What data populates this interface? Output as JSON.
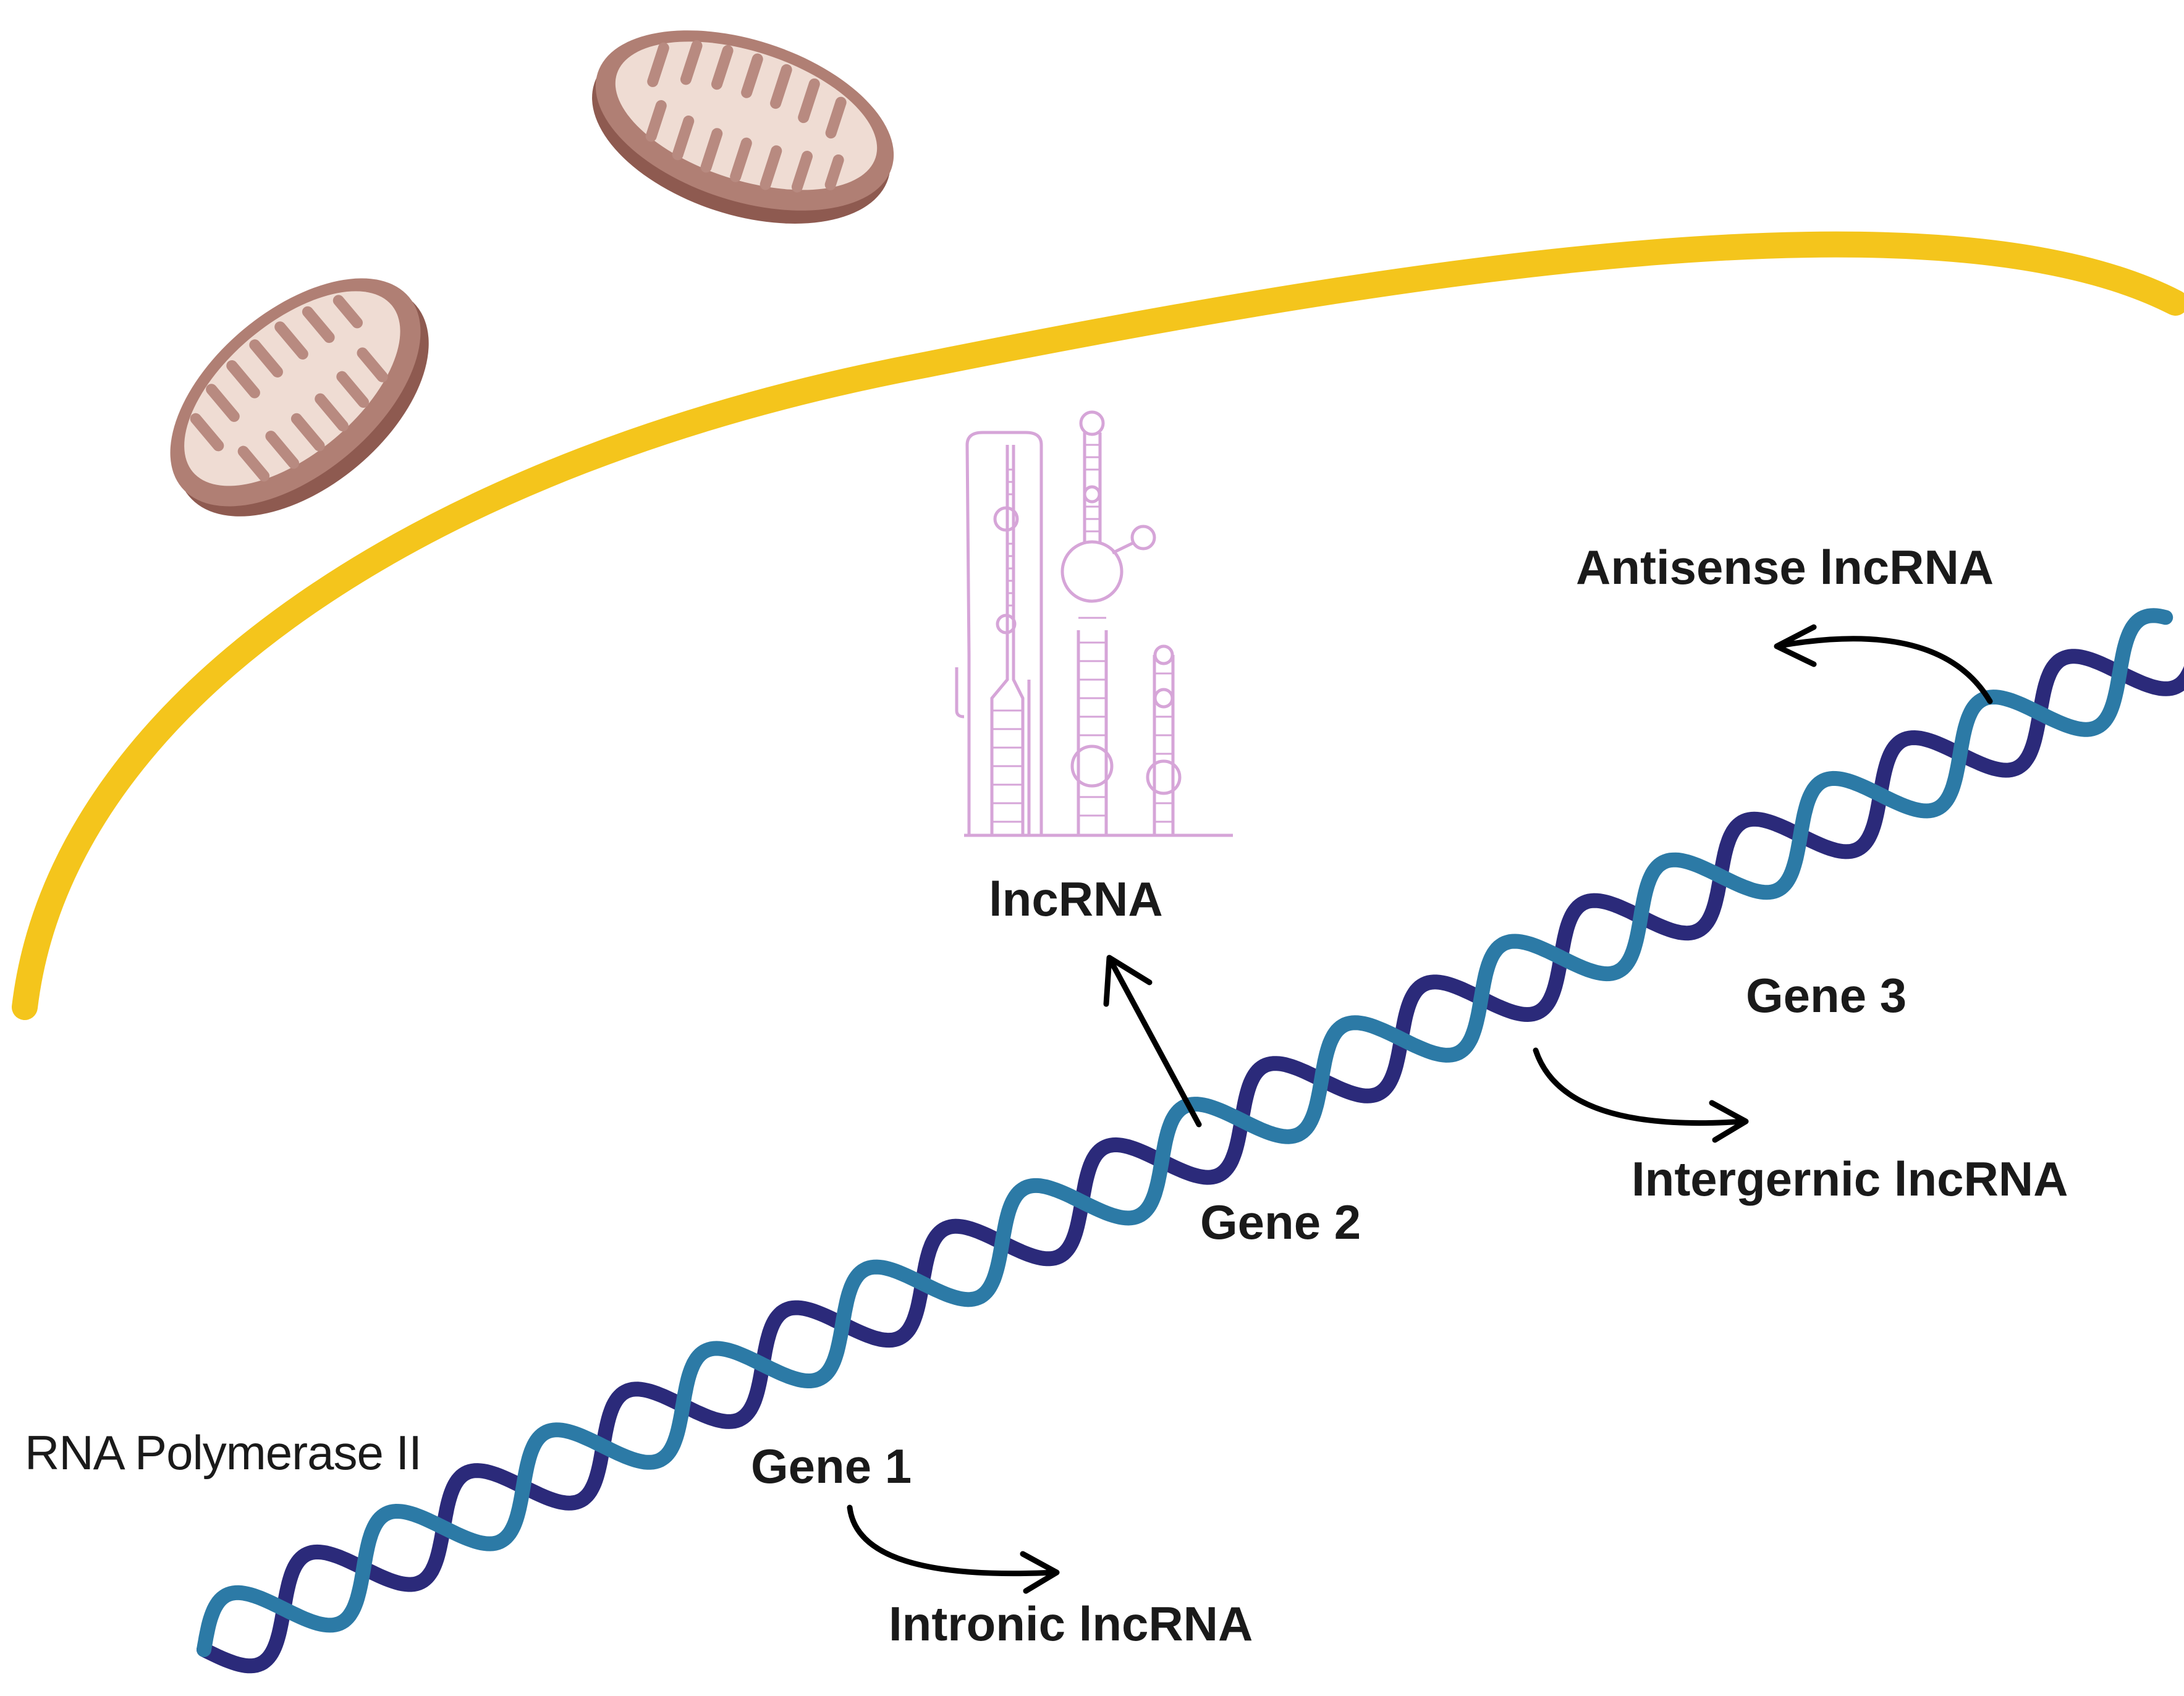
{
  "labels": {
    "lncrna": "lncRNA",
    "antisense": "Antisense lncRNA",
    "gene3": "Gene 3",
    "intergenic": "Intergernic lncRNA",
    "gene2": "Gene 2",
    "rna_pol": "RNA Polymerase II",
    "gene1": "Gene 1",
    "intronic": "Intronic lncRNA"
  },
  "colors": {
    "nuclear_membrane": "#F4C51C",
    "dna_strand_dark": "#2B2A7A",
    "dna_strand_light": "#2C7AA6",
    "mito_outer": "#A8746A",
    "mito_inner": "#EFDCD3",
    "rna_structure": "#D6A5D8",
    "arrow": "#000000"
  },
  "icons": [
    "mitochondrion-icon",
    "mitochondrion-icon",
    "lncrna-secondary-structure-icon",
    "dna-double-helix-icon"
  ]
}
